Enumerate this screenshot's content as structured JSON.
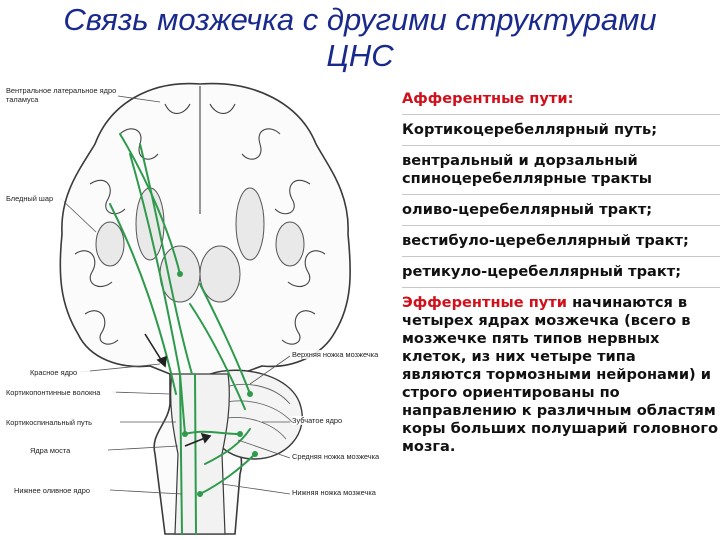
{
  "title": {
    "line1": "Связь мозжечка с другими структурами",
    "line2": "ЦНС"
  },
  "diagram": {
    "labels": {
      "thalamus": "Вентральное латеральное ядро таламуса",
      "globus": "Бледный шар",
      "upper_peduncle": "Верхняя ножка мозжечка",
      "red_nucleus": "Красное ядро",
      "corticopontine": "Кортикопонтинные волокна",
      "dentate": "Зубчатое ядро",
      "corticospinal": "Кортикоспинальный путь",
      "pons_nuclei": "Ядра моста",
      "middle_peduncle": "Средняя ножка мозжечка",
      "olive": "Нижнее оливное ядро",
      "lower_peduncle": "Нижняя ножка мозжечка"
    },
    "colors": {
      "pathway": "#2e9a4c",
      "outline": "#3a3a3a"
    }
  },
  "text": {
    "afferent_heading": "Афферентные пути:",
    "afferent_items": [
      "Кортикоцеребеллярный путь;",
      "вентральный и дорзальный спиноцеребеллярные тракты",
      "оливо-церебеллярный тракт;",
      "вестибуло-церебеллярный тракт;",
      "ретикуло-церебеллярный тракт;"
    ],
    "efferent_heading": "Эфферентные пути",
    "efferent_body": " начинаются в четырех ядрах мозжечка (всего в мозжечке пять типов нервных клеток, из них четыре типа являются тормозными нейронами) и строго ориентированы по направлению к различным областям коры больших полушарий головного мозга.",
    "colors": {
      "heading": "#d0101a",
      "title": "#1a2a8c"
    }
  }
}
